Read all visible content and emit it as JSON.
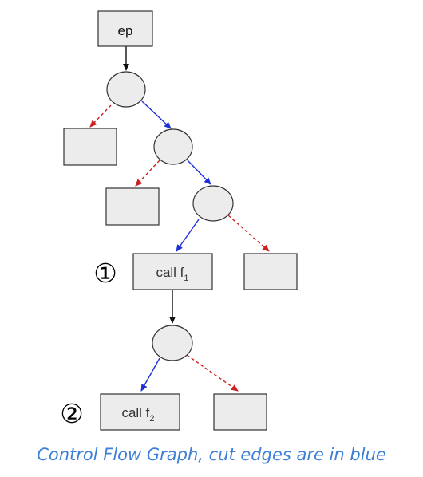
{
  "diagram": {
    "entry_label": "ep",
    "call_f1": {
      "text": "call f",
      "sub": "1"
    },
    "call_f2": {
      "text": "call f",
      "sub": "2"
    },
    "marker_1": "①",
    "marker_2": "②"
  },
  "caption": "Control Flow Graph, cut edges are in blue",
  "colors": {
    "node_fill": "#ececec",
    "node_stroke": "#333333",
    "cut_edge": "#1f2fd6",
    "dashed_edge": "#cc2020",
    "plain_edge": "#111111",
    "caption": "#3e7fd6"
  }
}
